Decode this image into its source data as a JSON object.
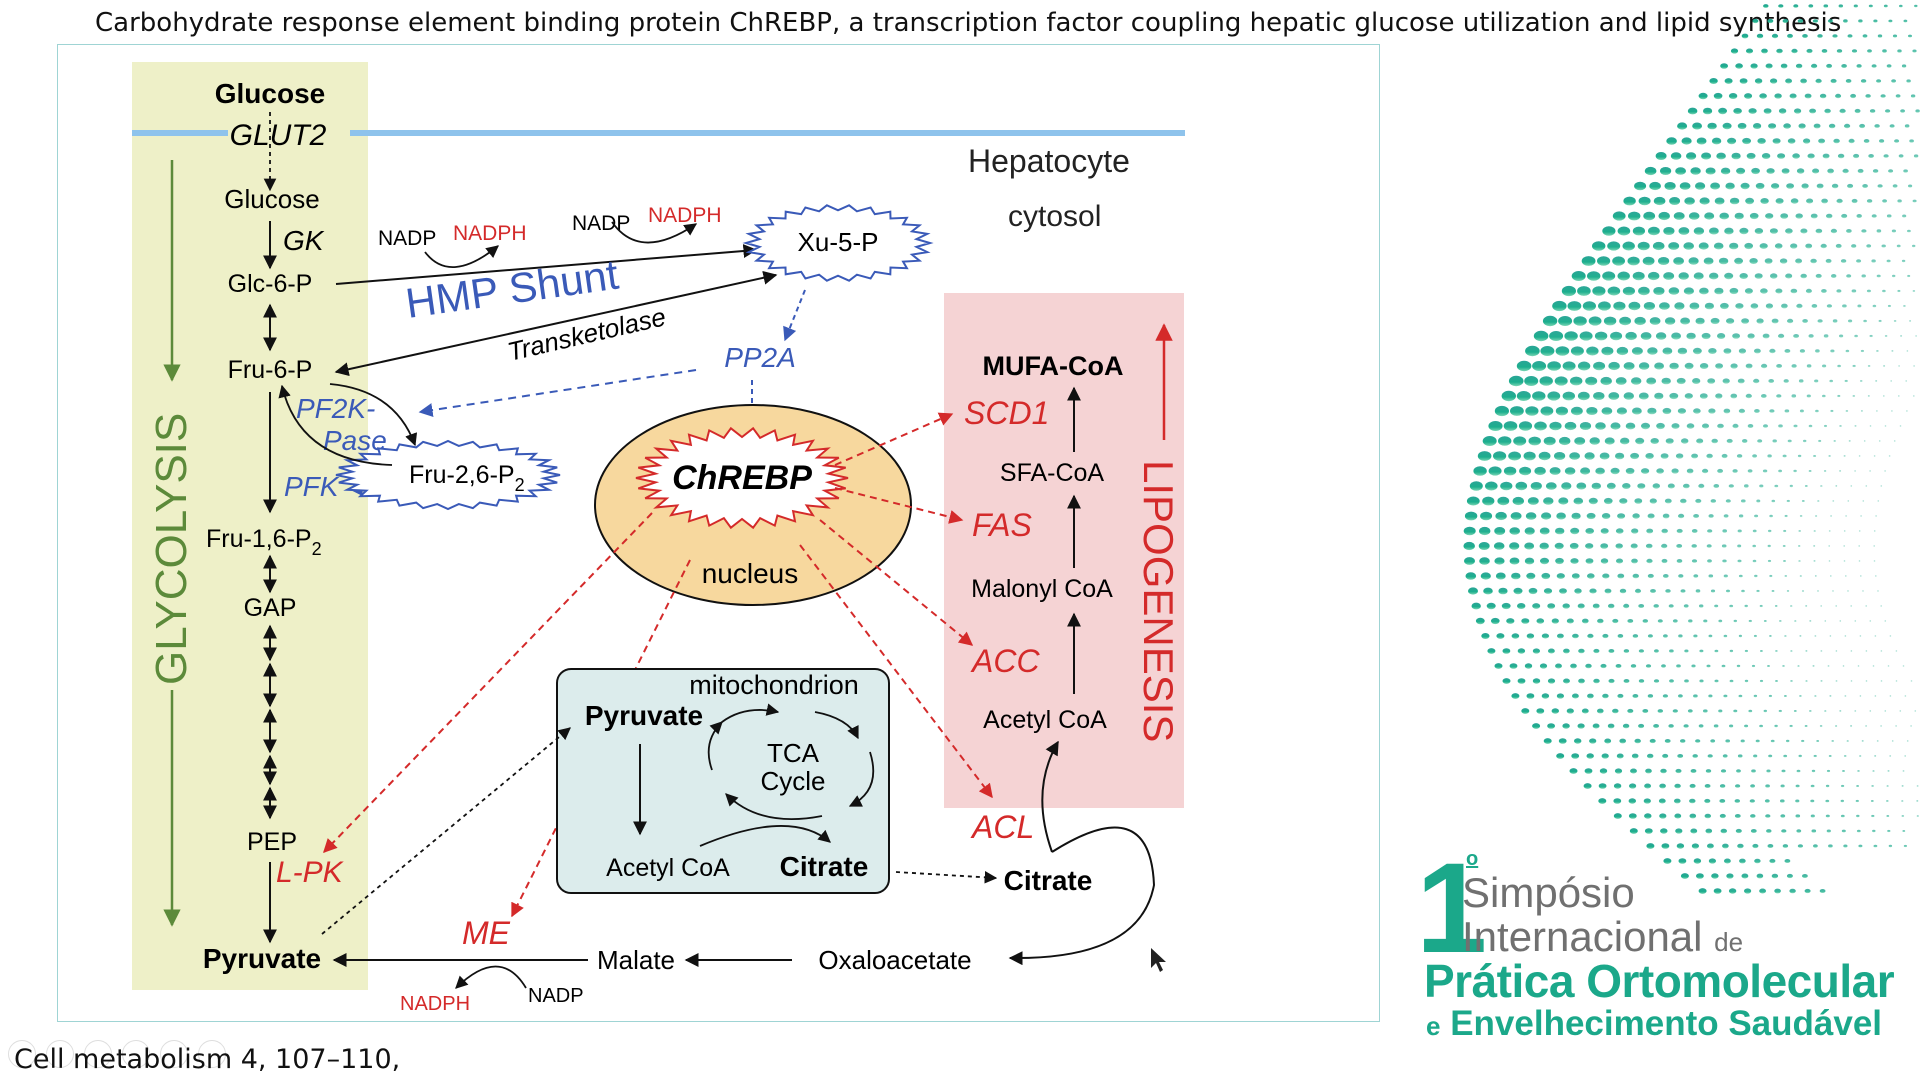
{
  "slide": {
    "title": "Carbohydrate response element binding protein  ChREBP, a transcription factor coupling hepatic glucose utilization and lipid synthesis",
    "citation": "Cell metabolism 4, 107–110,"
  },
  "diagram": {
    "cell_label_1": "Hepatocyte",
    "cell_label_2": "cytosol",
    "glycolysis": "GLYCOLYSIS",
    "lipogenesis": "LIPOGENESIS",
    "glucose_out": "Glucose",
    "glut2": "GLUT2",
    "glucose": "Glucose",
    "gk": "GK",
    "glc6p": "Glc-6-P",
    "fru6p": "Fru-6-P",
    "pf2k_1": "PF2K-",
    "pf2k_2": "Pase",
    "pfk": "PFK",
    "fru26p2": "Fru-2,6-P",
    "fru16p2": "Fru-1,6-P",
    "sub2": "2",
    "gap": "GAP",
    "pep": "PEP",
    "lpk": "L-PK",
    "pyruvate": "Pyruvate",
    "nadp_1": "NADP",
    "nadph_1": "NADPH",
    "nadp_2": "NADP",
    "nadph_2": "NADPH",
    "hmp_shunt": "HMP Shunt",
    "transketolase": "Transketolase",
    "xu5p": "Xu-5-P",
    "pp2a": "PP2A",
    "chrebp": "ChREBP",
    "nucleus": "nucleus",
    "mitochondrion": "mitochondrion",
    "mito_pyruvate": "Pyruvate",
    "tca_1": "TCA",
    "tca_2": "Cycle",
    "mito_acetylcoa": "Acetyl CoA",
    "mito_citrate": "Citrate",
    "citrate": "Citrate",
    "acl": "ACL",
    "acetylcoa": "Acetyl CoA",
    "acc": "ACC",
    "malonylcoa": "Malonyl CoA",
    "fas": "FAS",
    "sfacoa": "SFA-CoA",
    "scd1": "SCD1",
    "mufacoa": "MUFA-CoA",
    "me": "ME",
    "malate": "Malate",
    "oxaloacetate": "Oxaloacetate",
    "nadph_3": "NADPH",
    "nadp_3": "NADP"
  },
  "logo": {
    "number": "1",
    "ordinal": "o",
    "line1": "Simpósio",
    "line2": "Internacional",
    "line2_suffix": "de",
    "line3": "Prática Ortomolecular",
    "line4_prefix": "e",
    "line4": "Envelhecimento Saudável"
  },
  "colors": {
    "enzyme_red": "#d42a2a",
    "regulator_blue": "#3a5ab8",
    "glycolysis_green": "#5c8a3a",
    "logo_green": "#1ba88a",
    "logo_gray": "#707070"
  }
}
